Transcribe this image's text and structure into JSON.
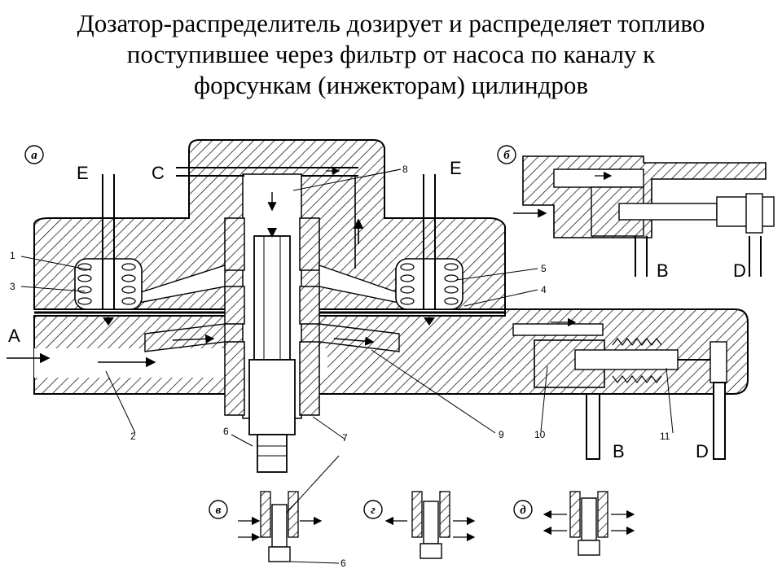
{
  "title": {
    "line1": "Дозатор-распределитель дозирует и распределяет топливо",
    "line2": "поступившее через фильтр от насоса по каналу к",
    "line3": "форсункам (инжекторам) цилиндров"
  },
  "diagram": {
    "view_labels": {
      "a": "а",
      "b": "б",
      "v": "в",
      "g": "г",
      "d": "д"
    },
    "port_labels": {
      "A": "A",
      "C": "C",
      "E_left": "E",
      "E_right": "E",
      "B_main": "B",
      "D_main": "D",
      "B_inset": "B",
      "D_inset": "D"
    },
    "part_numbers": {
      "n1": "1",
      "n2": "2",
      "n3": "3",
      "n4": "4",
      "n5": "5",
      "n6": "6",
      "n7": "7",
      "n8": "8",
      "n9": "9",
      "n10": "10",
      "n11": "11",
      "n6_bottom": "6"
    }
  }
}
